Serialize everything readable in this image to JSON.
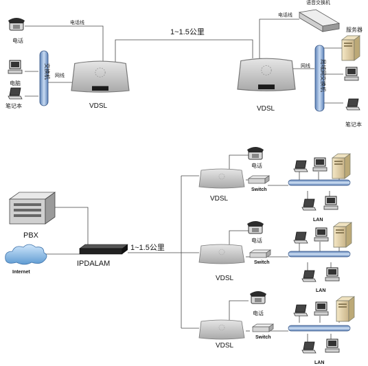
{
  "top": {
    "distance": "1~1.5公里",
    "left": {
      "phone": "电话",
      "pc": "电脑",
      "laptop": "笔记本",
      "switch": "交换机",
      "phone_line": "电话线",
      "net_line": "网线",
      "vdsl": "VDSL"
    },
    "right": {
      "voice_switch": "语音交换机",
      "server": "服务器",
      "lan_switch": "局域网交换机",
      "laptop": "笔记本",
      "phone_line": "电话线",
      "net_line": "网线",
      "vdsl": "VDSL"
    }
  },
  "bottom": {
    "pbx": "PBX",
    "internet": "Internet",
    "ipdalam": "IPDALAM",
    "distance": "1~1.5公里",
    "branches": [
      {
        "vdsl": "VDSL",
        "phone": "电话",
        "switch": "Switch",
        "lan": "LAN"
      },
      {
        "vdsl": "VDSL",
        "phone": "电话",
        "switch": "Switch",
        "lan": "LAN"
      },
      {
        "vdsl": "VDSL",
        "phone": "电话",
        "switch": "Switch",
        "lan": "LAN"
      }
    ]
  }
}
